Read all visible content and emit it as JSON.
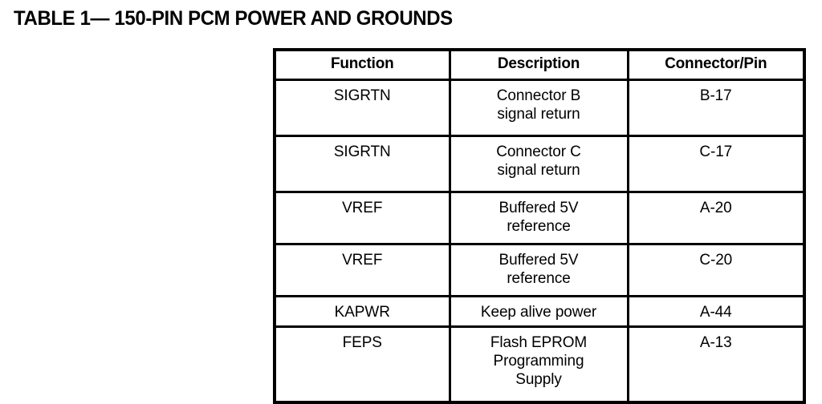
{
  "document": {
    "title": "TABLE 1— 150-PIN PCM POWER AND GROUNDS"
  },
  "table": {
    "columns": [
      "Function",
      "Description",
      "Connector/Pin"
    ],
    "rows": [
      {
        "function": "SIGRTN",
        "description_line1": "Connector B",
        "description_line2": "signal return",
        "description_line3": "",
        "connector_pin": "B-17"
      },
      {
        "function": "SIGRTN",
        "description_line1": "Connector C",
        "description_line2": "signal return",
        "description_line3": "",
        "connector_pin": "C-17"
      },
      {
        "function": "VREF",
        "description_line1": "Buffered 5V",
        "description_line2": "reference",
        "description_line3": "",
        "connector_pin": "A-20"
      },
      {
        "function": "VREF",
        "description_line1": "Buffered 5V",
        "description_line2": "reference",
        "description_line3": "",
        "connector_pin": "C-20"
      },
      {
        "function": "KAPWR",
        "description_line1": "Keep alive power",
        "description_line2": "",
        "description_line3": "",
        "connector_pin": "A-44"
      },
      {
        "function": "FEPS",
        "description_line1": "Flash EPROM",
        "description_line2": "Programming",
        "description_line3": "Supply",
        "connector_pin": "A-13"
      }
    ]
  },
  "colors": {
    "ink": "#000000",
    "paper": "#ffffff"
  }
}
